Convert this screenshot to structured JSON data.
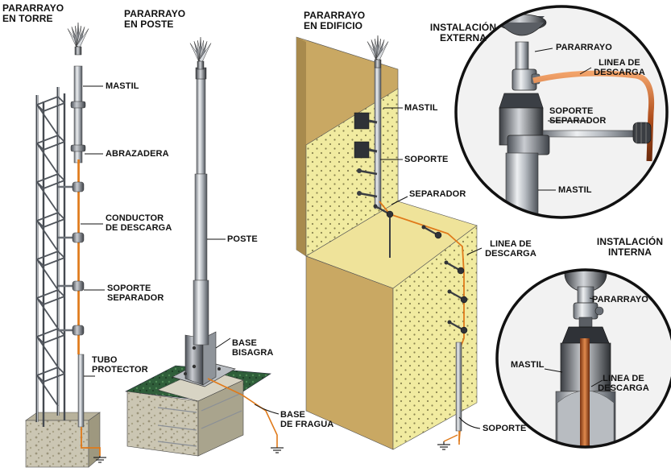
{
  "colors": {
    "conductor": "#e07a1a",
    "steel_light": "#dfe2e6",
    "steel_dark": "#5a5f66",
    "wall": "#f1eba0",
    "concrete": "#c9c4b2",
    "grass": "#2f5e3a",
    "circle_bg": "#f2f2f2"
  },
  "titles": {
    "torre": [
      "PARARRAYO",
      "EN TORRE"
    ],
    "poste": [
      "PARARRAYO",
      "EN POSTE"
    ],
    "edificio": [
      "PARARRAYO",
      "EN EDIFICIO"
    ],
    "externa": [
      "INSTALACIÓN",
      "EXTERNA"
    ],
    "interna": [
      "INSTALACIÓN",
      "INTERNA"
    ]
  },
  "labels": {
    "torre": {
      "mastil": "MASTIL",
      "abrazadera": "ABRAZADERA",
      "conductor": [
        "CONDUCTOR",
        "DE DESCARGA"
      ],
      "soporte": [
        "SOPORTE",
        "SEPARADOR"
      ],
      "tubo": [
        "TUBO",
        "PROTECTOR"
      ]
    },
    "poste": {
      "poste": "POSTE",
      "bisagra": [
        "BASE",
        "BISAGRA"
      ],
      "fragua": [
        "BASE",
        "DE FRAGUA"
      ]
    },
    "edificio": {
      "mastil": "MASTIL",
      "soporte_top": "SOPORTE",
      "separador": "SEPARADOR",
      "linea": [
        "LINEA DE",
        "DESCARGA"
      ],
      "soporte_bottom": "SOPORTE"
    },
    "externa": {
      "pararrayo": "PARARRAYO",
      "linea": [
        "LINEA DE",
        "DESCARGA"
      ],
      "soporte": [
        "SOPORTE",
        "SEPARADOR"
      ],
      "mastil": "MASTIL"
    },
    "interna": {
      "pararrayo": "PARARRAYO",
      "mastil": "MASTIL",
      "linea": [
        "LINEA DE",
        "DESCARGA"
      ]
    }
  }
}
